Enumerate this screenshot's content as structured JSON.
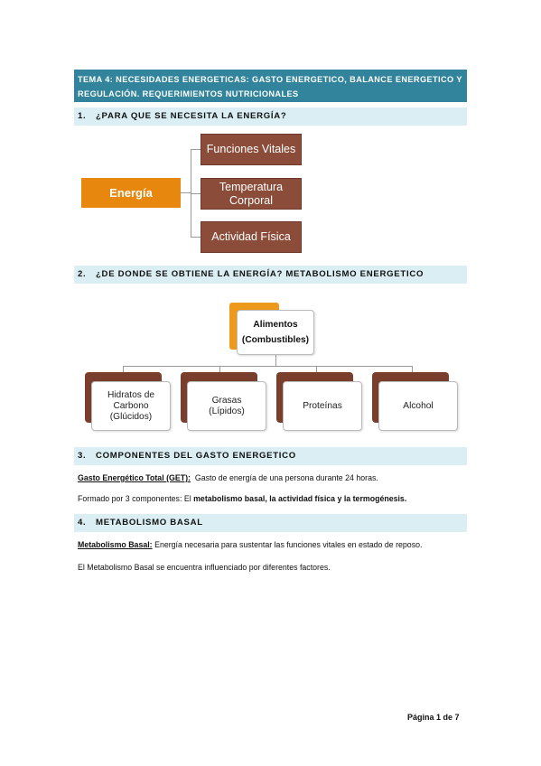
{
  "title": "TEMA 4: NECESIDADES ENERGETICAS: GASTO ENERGETICO, BALANCE ENERGETICO Y REGULACIÓN. REQUERIMIENTOS NUTRICIONALES",
  "sections": [
    {
      "num": "1.",
      "title": "¿PARA QUE SE NECESITA LA ENERGÍA?"
    },
    {
      "num": "2.",
      "title": "¿DE DONDE SE OBTIENE LA ENERGÍA? METABOLISMO ENERGETICO"
    },
    {
      "num": "3.",
      "title": "COMPONENTES DEL GASTO ENERGETICO"
    },
    {
      "num": "4.",
      "title": "METABOLISMO BASAL"
    }
  ],
  "diagram1": {
    "root": "Energía",
    "items": [
      "Funciones Vitales",
      "Temperatura Corporal",
      "Actividad Física"
    ],
    "colors": {
      "root": "#e8870e",
      "items": "#8b4c39"
    }
  },
  "diagram2": {
    "root_line1": "Alimentos",
    "root_line2": "(Combustibles)",
    "items": [
      "Hidratos de Carbono (Glúcidos)",
      "Grasas (Lípidos)",
      "Proteínas",
      "Alcohol"
    ],
    "colors": {
      "root_accent": "#ed9a1c",
      "item_accent": "#7a3f2c"
    }
  },
  "section3": {
    "get_label": "Gasto Energético Total (GET):",
    "get_text": "Gasto de energía de una persona durante 24 horas.",
    "comp_prefix": "Formado por 3 componentes:  El ",
    "comp_bold1": "metabolismo basal",
    "comp_sep1": ", ",
    "comp_bold2": "la actividad física",
    "comp_sep2": " y ",
    "comp_bold3": "la termogénesis."
  },
  "section4": {
    "mb_label": "Metabolismo Basal:",
    "mb_text": "Energía necesaria para sustentar las funciones vitales en estado de reposo.",
    "influence": "El Metabolismo Basal se encuentra influenciado por diferentes factores."
  },
  "footer": "Página 1 de 7"
}
